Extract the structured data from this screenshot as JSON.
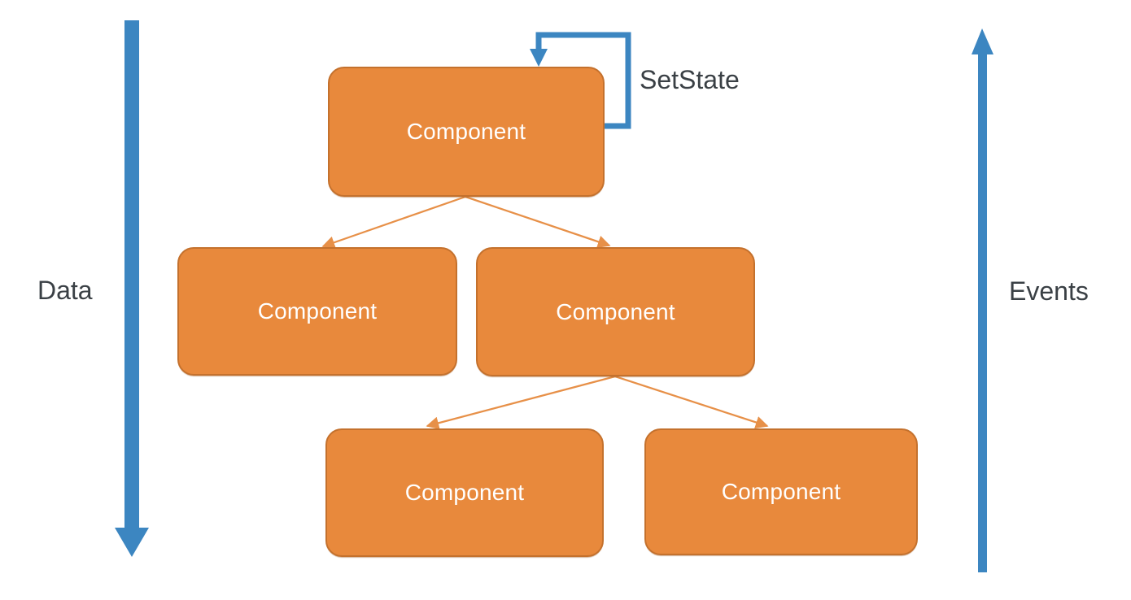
{
  "diagram": {
    "type": "component-tree-flow",
    "flows": {
      "data": {
        "label": "Data",
        "direction": "down"
      },
      "events": {
        "label": "Events",
        "direction": "up"
      },
      "setstate": {
        "label": "SetState",
        "direction": "self-loop"
      }
    },
    "nodes": [
      {
        "id": "root",
        "label": "Component"
      },
      {
        "id": "child-left",
        "label": "Component"
      },
      {
        "id": "child-right",
        "label": "Component"
      },
      {
        "id": "grandchild-left",
        "label": "Component"
      },
      {
        "id": "grandchild-right",
        "label": "Component"
      }
    ],
    "edges": [
      {
        "from": "root",
        "to": "child-left"
      },
      {
        "from": "root",
        "to": "child-right"
      },
      {
        "from": "child-right",
        "to": "grandchild-left"
      },
      {
        "from": "child-right",
        "to": "grandchild-right"
      },
      {
        "from": "root",
        "to": "root",
        "label": "SetState"
      }
    ],
    "colors": {
      "background": "#ffffff",
      "node_fill": "#e8893c",
      "node_border": "#c4712d",
      "node_text": "#ffffff",
      "arrow_blue": "#3c86c1",
      "connector_orange": "#e79048",
      "label_text": "#3a4045"
    }
  }
}
